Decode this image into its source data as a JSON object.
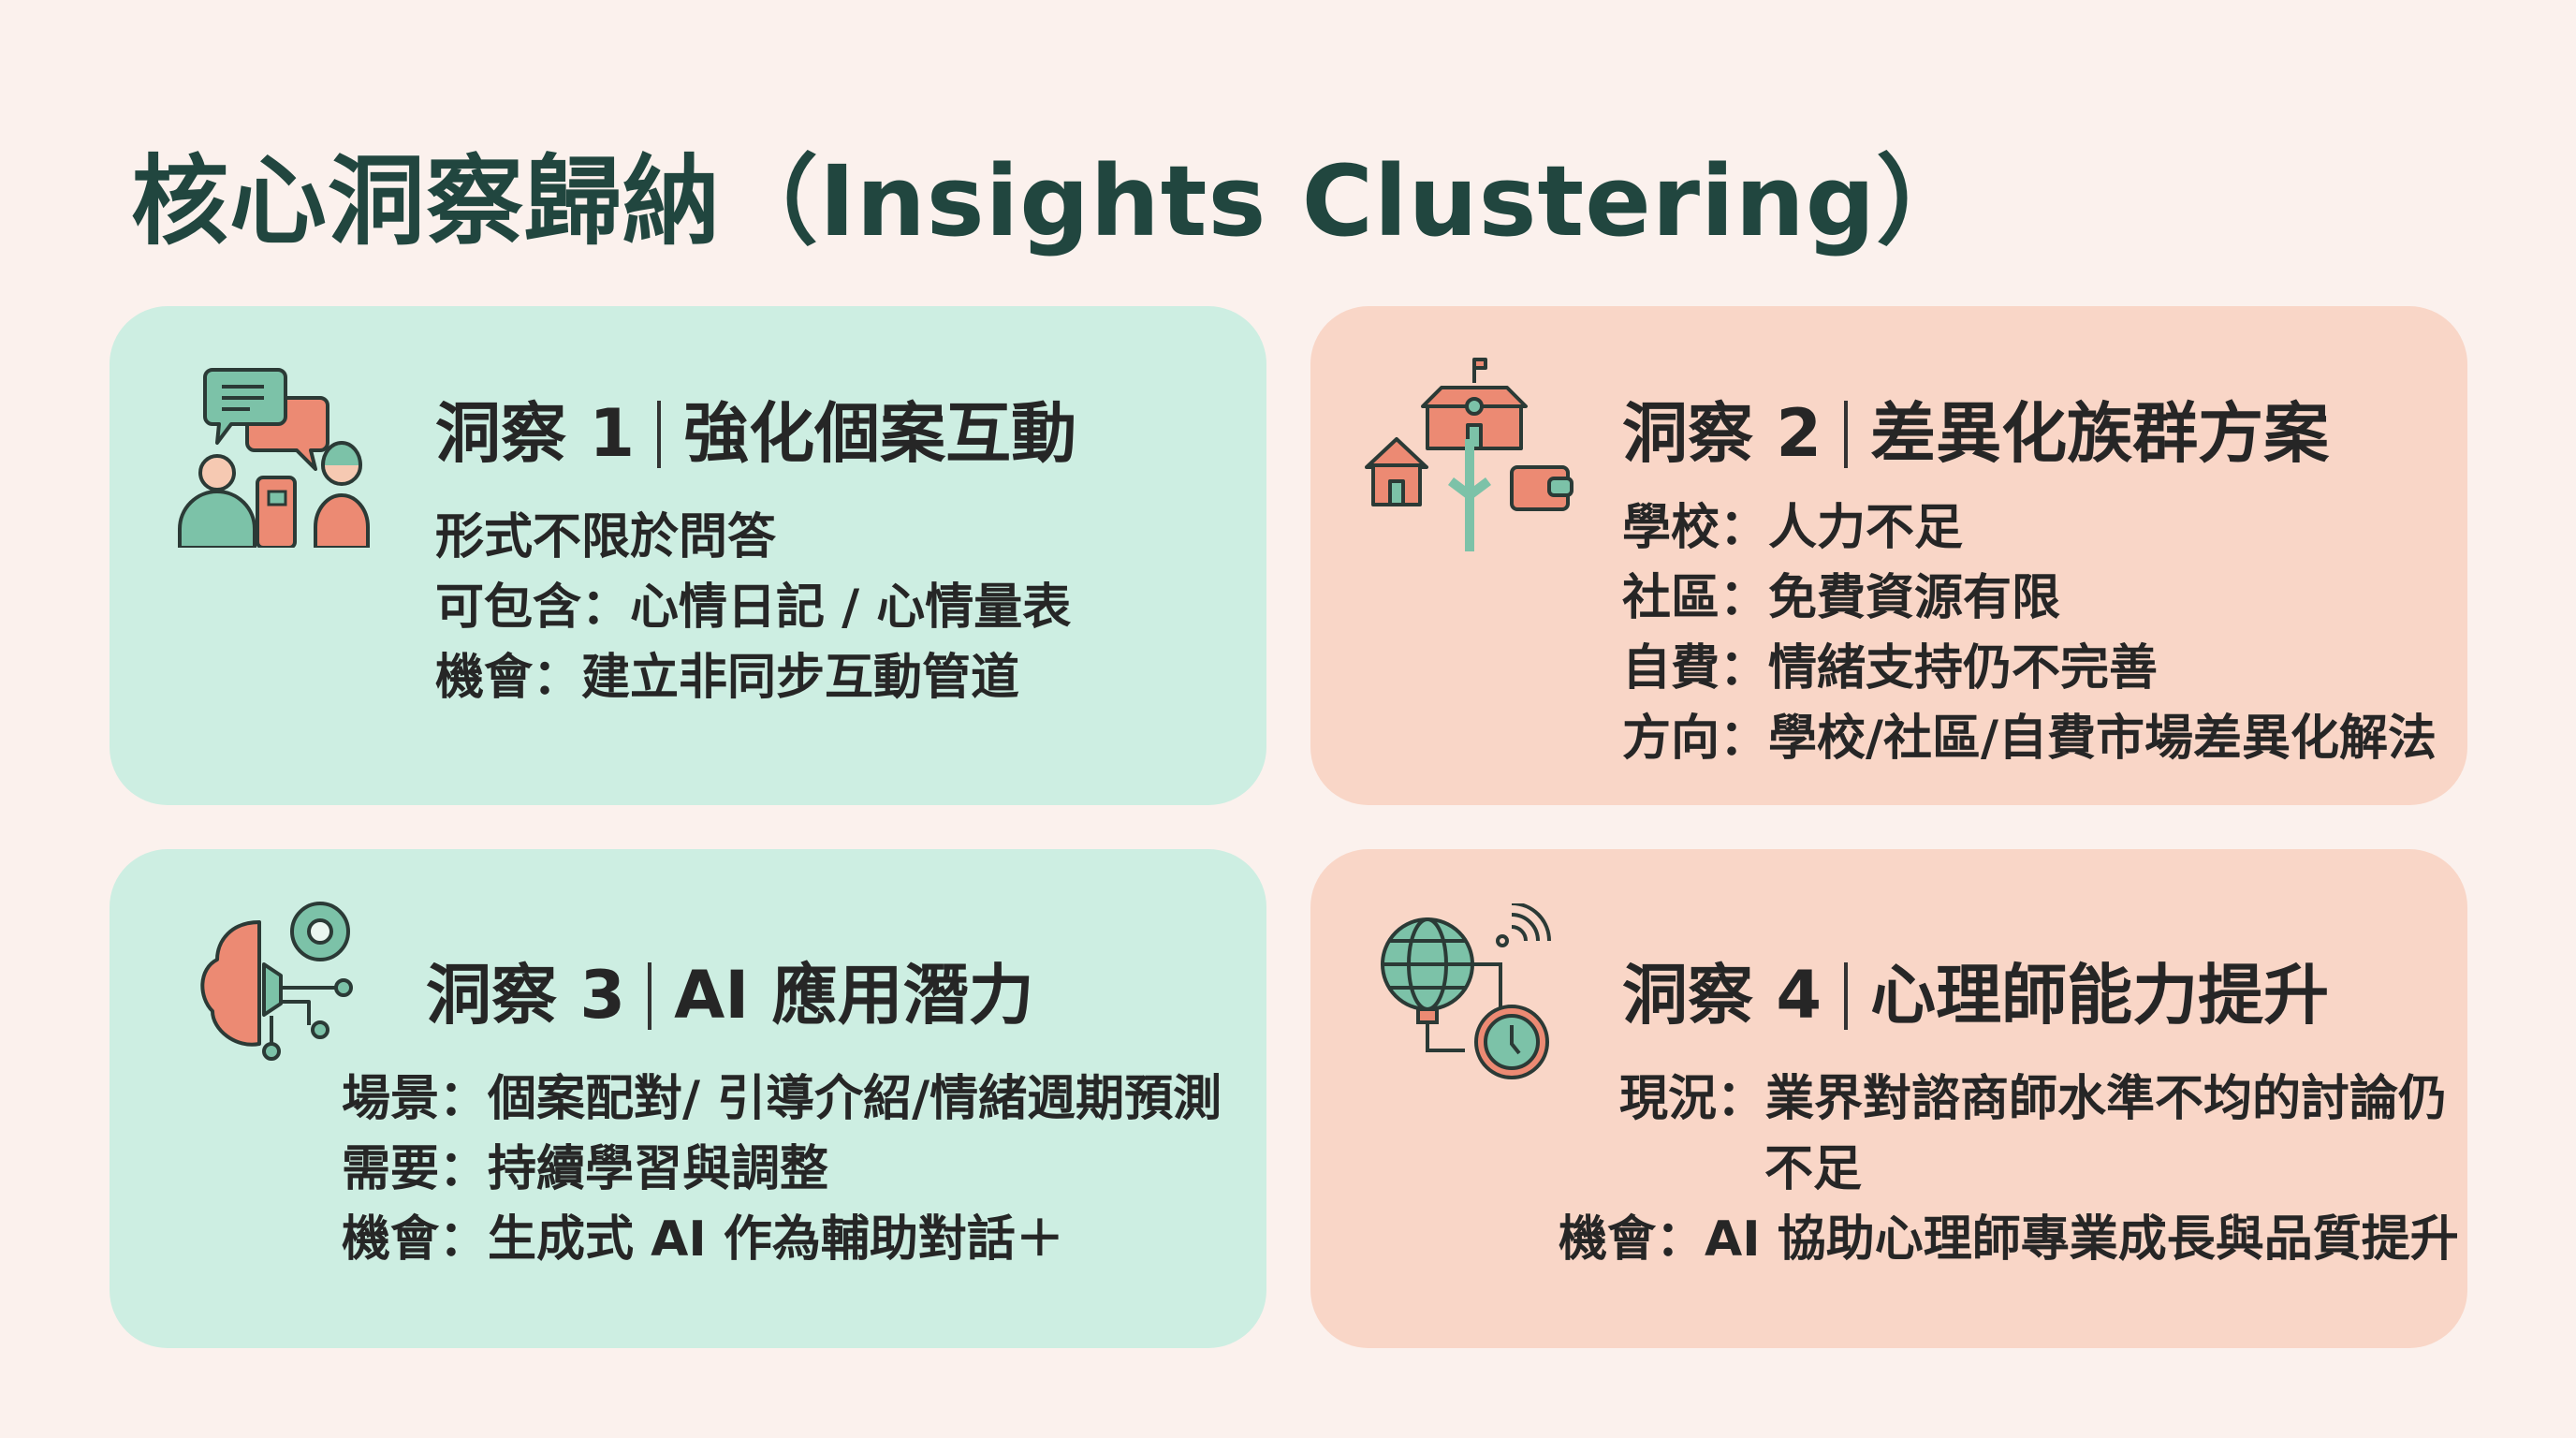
{
  "title": "核心洞察歸納（Insights Clustering）",
  "colors": {
    "teal_card": "#cdeee2",
    "peach_card": "#f9d6c7",
    "background": "#fbf1ed",
    "title": "#21463f",
    "icon_teal": "#7cc2a8",
    "icon_coral": "#ec8a73"
  },
  "cards": [
    {
      "num": "洞察 1",
      "topic": "強化個案互動",
      "icon": "conversation-notebook-icon",
      "lines": [
        {
          "label": "",
          "text": "形式不限於問答"
        },
        {
          "label": "可包含：",
          "text": "心情日記 / 心情量表"
        },
        {
          "label": "機會：",
          "text": "建立非同步互動管道"
        }
      ]
    },
    {
      "num": "洞察 2",
      "topic": "差異化族群方案",
      "icon": "school-home-wallet-icon",
      "lines": [
        {
          "label": "學校：",
          "text": "人力不足"
        },
        {
          "label": "社區：",
          "text": "免費資源有限"
        },
        {
          "label": "自費：",
          "text": "情緒支持仍不完善"
        },
        {
          "label": "方向：",
          "text": "學校/社區/自費市場差異化解法"
        }
      ]
    },
    {
      "num": "洞察 3",
      "topic": "AI 應用潛力",
      "icon": "brain-gear-circuit-icon",
      "lines": [
        {
          "label": "場景：",
          "text": "個案配對/ 引導介紹/情緒週期預測"
        },
        {
          "label": "需要：",
          "text": "持續學習與調整"
        },
        {
          "label": "機會：",
          "text": "生成式 AI 作為輔助對話＋"
        }
      ]
    },
    {
      "num": "洞察 4",
      "topic": "心理師能力提升",
      "icon": "globe-clock-signal-icon",
      "lines": [
        {
          "label": "現況：",
          "text": "業界對諮商師水準不均的討論仍",
          "cont": "不足"
        },
        {
          "label": "機會：",
          "text": "AI 協助心理師專業成長與品質提升"
        }
      ]
    }
  ]
}
